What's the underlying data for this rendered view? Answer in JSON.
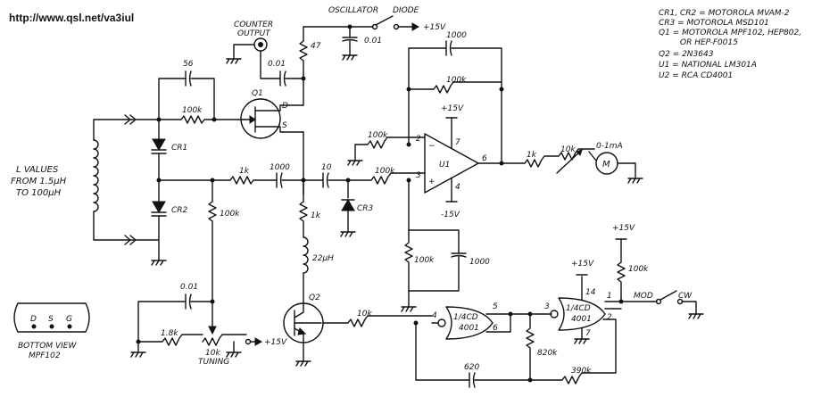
{
  "header": {
    "url": "http://www.qsl.net/va3iul"
  },
  "notes": [
    "CR1, CR2 = MOTOROLA MVAM-2",
    "CR3 = MOTOROLA MSD101",
    "Q1 = MOTOROLA MPF102, HEP802,",
    "OR HEP-F0015",
    "Q2 = 2N3643",
    "U1 = NATIONAL LM301A",
    "U2 = RCA CD4001"
  ],
  "labels": {
    "counter_output_1": "COUNTER",
    "counter_output_2": "OUTPUT",
    "oscillator": "OSCILLATOR",
    "diode": "DIODE",
    "plus15": "+15V",
    "minus15": "-15V",
    "l_values_1": "L VALUES",
    "l_values_2": "FROM 1.5µH",
    "l_values_3": "TO 100µH",
    "bottom_view_1": "BOTTOM VIEW",
    "bottom_view_2": "MPF102",
    "pin_d": "D",
    "pin_s": "S",
    "pin_g": "G",
    "tuning": "TUNING",
    "meter": "0-1mA",
    "meter_sym": "M",
    "mod": "MOD",
    "cw": "CW"
  },
  "components": {
    "c56": "56",
    "r100k_gate": "100k",
    "cr1": "CR1",
    "cr2": "CR2",
    "q1": "Q1",
    "q1_d": "D",
    "q1_s": "S",
    "c001_top": "0.01",
    "r47": "47",
    "c001_osc": "0.01",
    "c1000_fb": "1000",
    "r100k_fb": "100k",
    "r100k_in2": "100k",
    "r100k_in3": "100k",
    "r1k_a": "1k",
    "c1000_mid": "1000",
    "c10": "10",
    "cr3": "CR3",
    "r1k_b": "1k",
    "l22": "22µH",
    "r100k_tune": "100k",
    "c001_bot": "0.01",
    "r18k": "1.8k",
    "r10k_pot": "10k",
    "q2": "Q2",
    "r10k_base": "10k",
    "r100k_gnd": "100k",
    "c1000_gnd": "1000",
    "u1": "U1",
    "u1_p2": "2",
    "u1_p3": "3",
    "u1_p4": "4",
    "u1_p6": "6",
    "u1_p7": "7",
    "r1k_out": "1k",
    "r10k_meter": "10k",
    "u2a_1": "1/4CD",
    "u2a_2": "4001",
    "u2a_p4": "4",
    "u2a_p5": "5",
    "u2a_p6": "6",
    "u2b_1": "1/4CD",
    "u2b_2": "4001",
    "u2b_p3": "3",
    "u2b_p1": "1",
    "u2b_p2": "2",
    "u2b_p14": "14",
    "u2b_p7": "7",
    "r820k": "820k",
    "c620": "620",
    "r390k": "390k",
    "r100k_mod": "100k"
  }
}
